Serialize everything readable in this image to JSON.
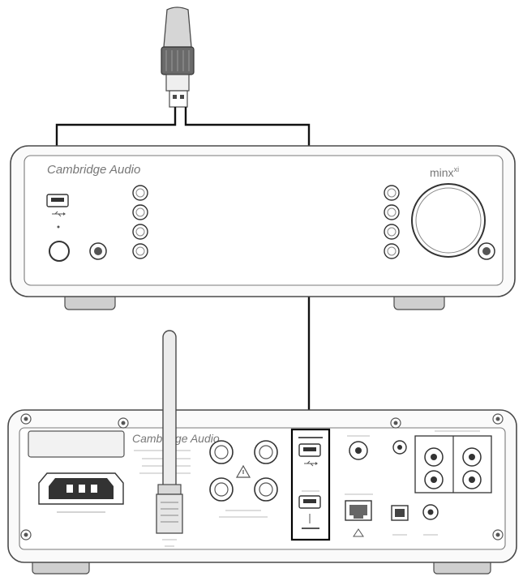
{
  "front_panel": {
    "brand": "Cambridge Audio",
    "model": "minx",
    "model_sup": "xi"
  },
  "rear_panel": {
    "brand": "Cambridge Audio"
  },
  "colors": {
    "stroke": "#4a4a4a",
    "panel_fill": "#fafafa",
    "foot_fill": "#cfcfcf",
    "dongle_body": "#d6d6d6",
    "dongle_grip": "#6a6a6a",
    "cable": "#111111",
    "highlight": "#000000"
  },
  "icons": {
    "usb": "usb-icon",
    "warning": "warning-triangle-icon",
    "ethernet": "ethernet-icon"
  }
}
